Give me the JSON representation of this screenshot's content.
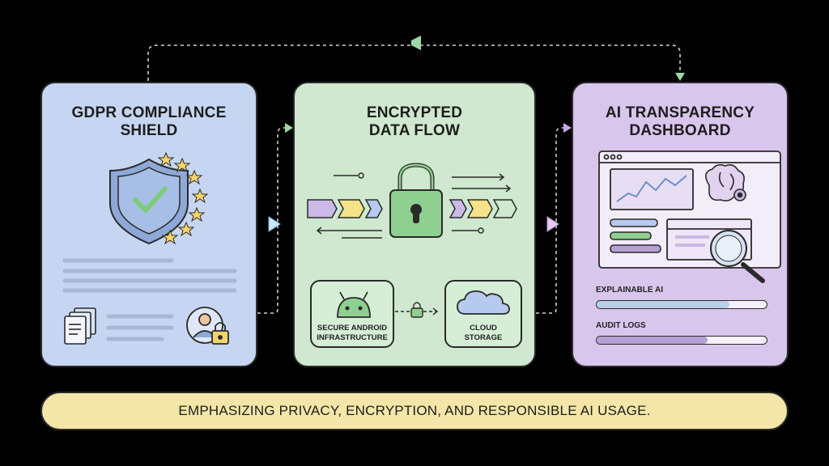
{
  "colors": {
    "background": "#000000",
    "gdpr_card": "#c6d6f2",
    "encryption_card": "#cfe8cf",
    "ai_card": "#d9c6ec",
    "banner": "#f4e6a8",
    "flow_arrow_green": "#9fd8a8",
    "flow_arrow_purple": "#c8a8e6"
  },
  "cards": {
    "gdpr": {
      "title": "GDPR COMPLIANCE\nSHIELD",
      "icons": [
        "shield-check-icon",
        "eu-stars-icon",
        "documents-icon",
        "user-lock-icon"
      ]
    },
    "encryption": {
      "title": "ENCRYPTED\nDATA FLOW",
      "icons": [
        "padlock-icon",
        "android-icon",
        "cloud-icon"
      ],
      "android_label": "SECURE ANDROID\nINFRASTRUCTURE",
      "cloud_label": "CLOUD\nSTORAGE"
    },
    "ai": {
      "title": "AI TRANSPARENCY\nDASHBOARD",
      "icons": [
        "browser-window-icon",
        "brain-gear-icon",
        "magnifier-icon"
      ],
      "metrics": [
        {
          "label": "EXPLAINABLE AI",
          "level": 0.78,
          "color": "#b9cfe8"
        },
        {
          "label": "AUDIT LOGS",
          "level": 0.65,
          "color": "#b7a0d6"
        }
      ]
    }
  },
  "banner": {
    "text": "EMPHASIZING PRIVACY, ENCRYPTION, AND RESPONSIBLE AI USAGE."
  }
}
